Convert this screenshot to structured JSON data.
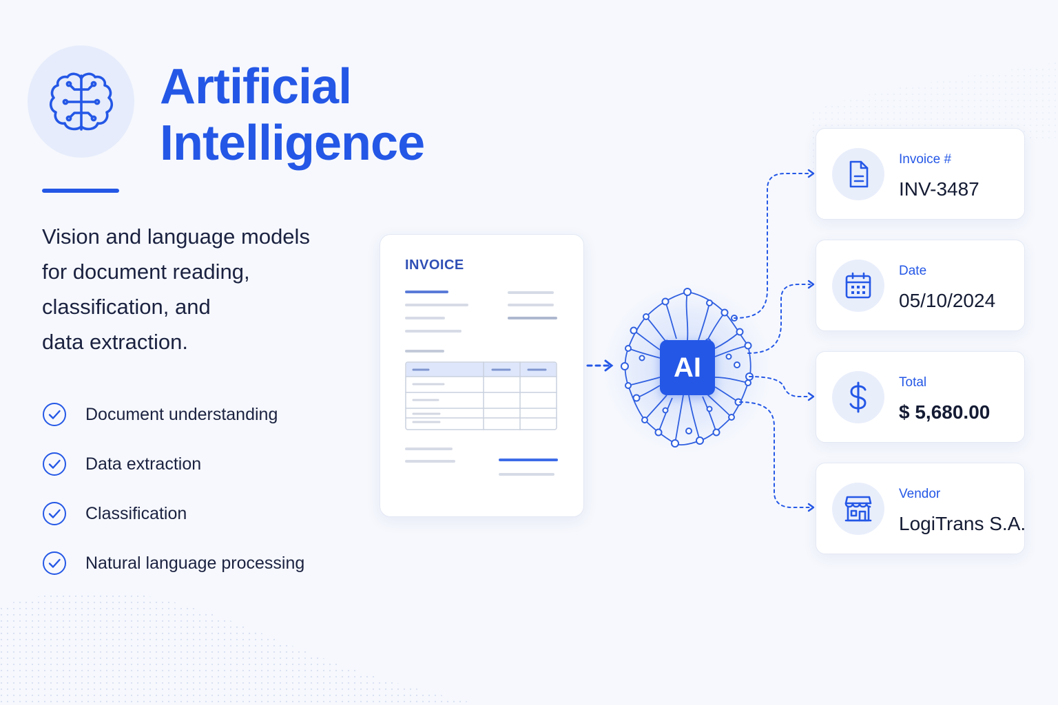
{
  "header": {
    "title_line1": "Artificial",
    "title_line2": "Intelligence",
    "logo_icon": "brain-icon"
  },
  "description": {
    "lines": [
      "Vision and language models",
      "for document reading,",
      "classification, and",
      "data extraction."
    ]
  },
  "features": [
    {
      "label": "Document understanding",
      "icon": "check-circle-icon"
    },
    {
      "label": "Data extraction",
      "icon": "check-circle-icon"
    },
    {
      "label": "Classification",
      "icon": "check-circle-icon"
    },
    {
      "label": "Natural language processing",
      "icon": "check-circle-icon"
    }
  ],
  "invoice": {
    "title": "INVOICE"
  },
  "ai": {
    "label": "AI",
    "icon": "neural-network-icon"
  },
  "outputs": [
    {
      "label": "Invoice #",
      "value": "INV-3487",
      "icon": "document-icon"
    },
    {
      "label": "Date",
      "value": "05/10/2024",
      "icon": "calendar-icon"
    },
    {
      "label": "Total",
      "value": "$ 5,680.00",
      "icon": "dollar-icon"
    },
    {
      "label": "Vendor",
      "value": "LogiTrans S.A.",
      "icon": "store-icon"
    }
  ],
  "colors": {
    "accent": "#2457e6",
    "background": "#f6f8fd",
    "text": "#1b2240"
  }
}
